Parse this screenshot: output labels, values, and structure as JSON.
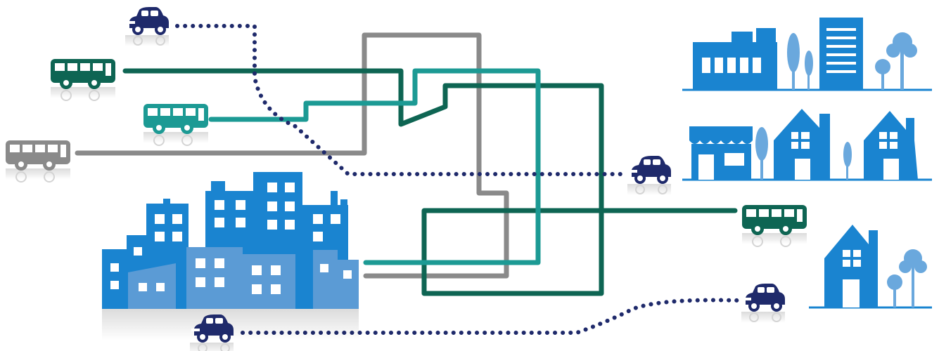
{
  "colors": {
    "city_blue": "#1a84d0",
    "city_light_blue": "#5b9bd5",
    "tree_blue": "#6aa8dd",
    "car_navy": "#1f2a6b",
    "bus_dark_green": "#0e6553",
    "bus_teal": "#1c9a94",
    "bus_gray": "#8a8a8a",
    "route_dark_green": "#0e6553",
    "route_teal": "#1c9a94",
    "route_gray": "#8a8a8a",
    "dot_navy": "#1f2a6b",
    "window_white": "#ffffff"
  },
  "icons": {
    "car": "car-icon",
    "bus": "bus-icon",
    "city": "city-skyline-icon",
    "office": "office-building-icon",
    "shop": "shop-icon",
    "house": "house-icon",
    "tree": "tree-icon"
  },
  "routes": [
    {
      "name": "dark-green-bus-route",
      "color": "dark_green",
      "style": "solid"
    },
    {
      "name": "teal-bus-route",
      "color": "teal",
      "style": "solid"
    },
    {
      "name": "gray-bus-route",
      "color": "gray",
      "style": "solid"
    },
    {
      "name": "car-route-upper",
      "color": "navy",
      "style": "dotted"
    },
    {
      "name": "car-route-lower",
      "color": "navy",
      "style": "dotted"
    }
  ]
}
